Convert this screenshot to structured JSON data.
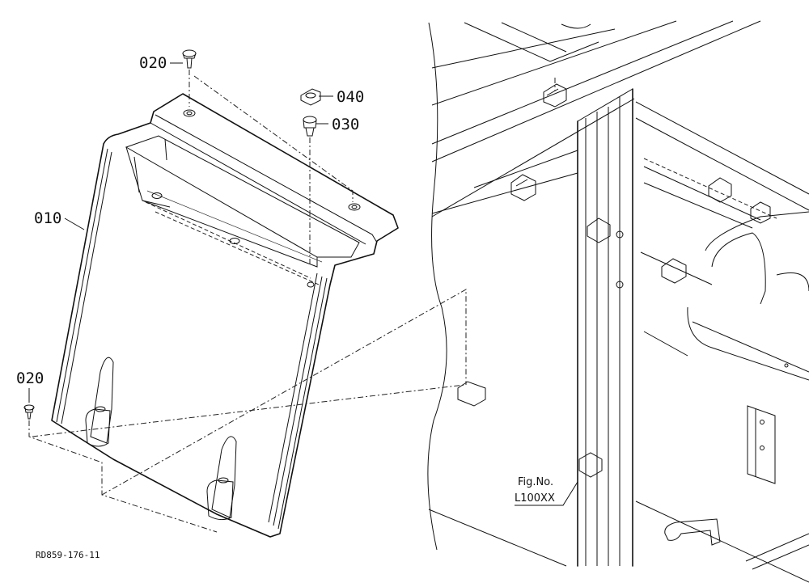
{
  "callouts": {
    "part_010": "010",
    "part_020_top": "020",
    "part_020_left": "020",
    "part_030": "030",
    "part_040": "040"
  },
  "figure_ref": {
    "line1": "Fig.No.",
    "line2": "L100XX"
  },
  "drawing_code": "RD859-176-11"
}
